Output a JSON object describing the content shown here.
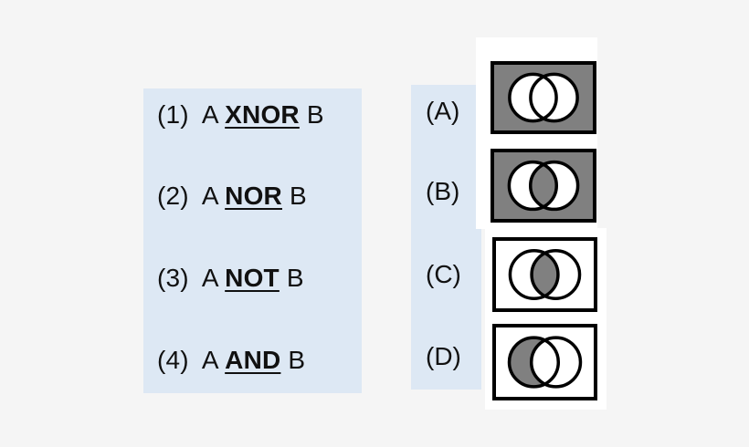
{
  "expressions": [
    {
      "num": "(1)",
      "a": "A",
      "op": "XNOR",
      "b": "B"
    },
    {
      "num": "(2)",
      "a": "A",
      "op": "NOR",
      "b": "B"
    },
    {
      "num": "(3)",
      "a": "A",
      "op": "NOT",
      "b": "B"
    },
    {
      "num": "(4)",
      "a": "A",
      "op": "AND",
      "b": "B"
    }
  ],
  "diagrams": [
    {
      "label": "(A)",
      "shading": "outside-only"
    },
    {
      "label": "(B)",
      "shading": "outside-and-intersection"
    },
    {
      "label": "(C)",
      "shading": "intersection-only"
    },
    {
      "label": "(D)",
      "shading": "left-only"
    }
  ],
  "colors": {
    "panel": "#dde8f4",
    "shade": "#808080",
    "stroke": "#000000"
  }
}
